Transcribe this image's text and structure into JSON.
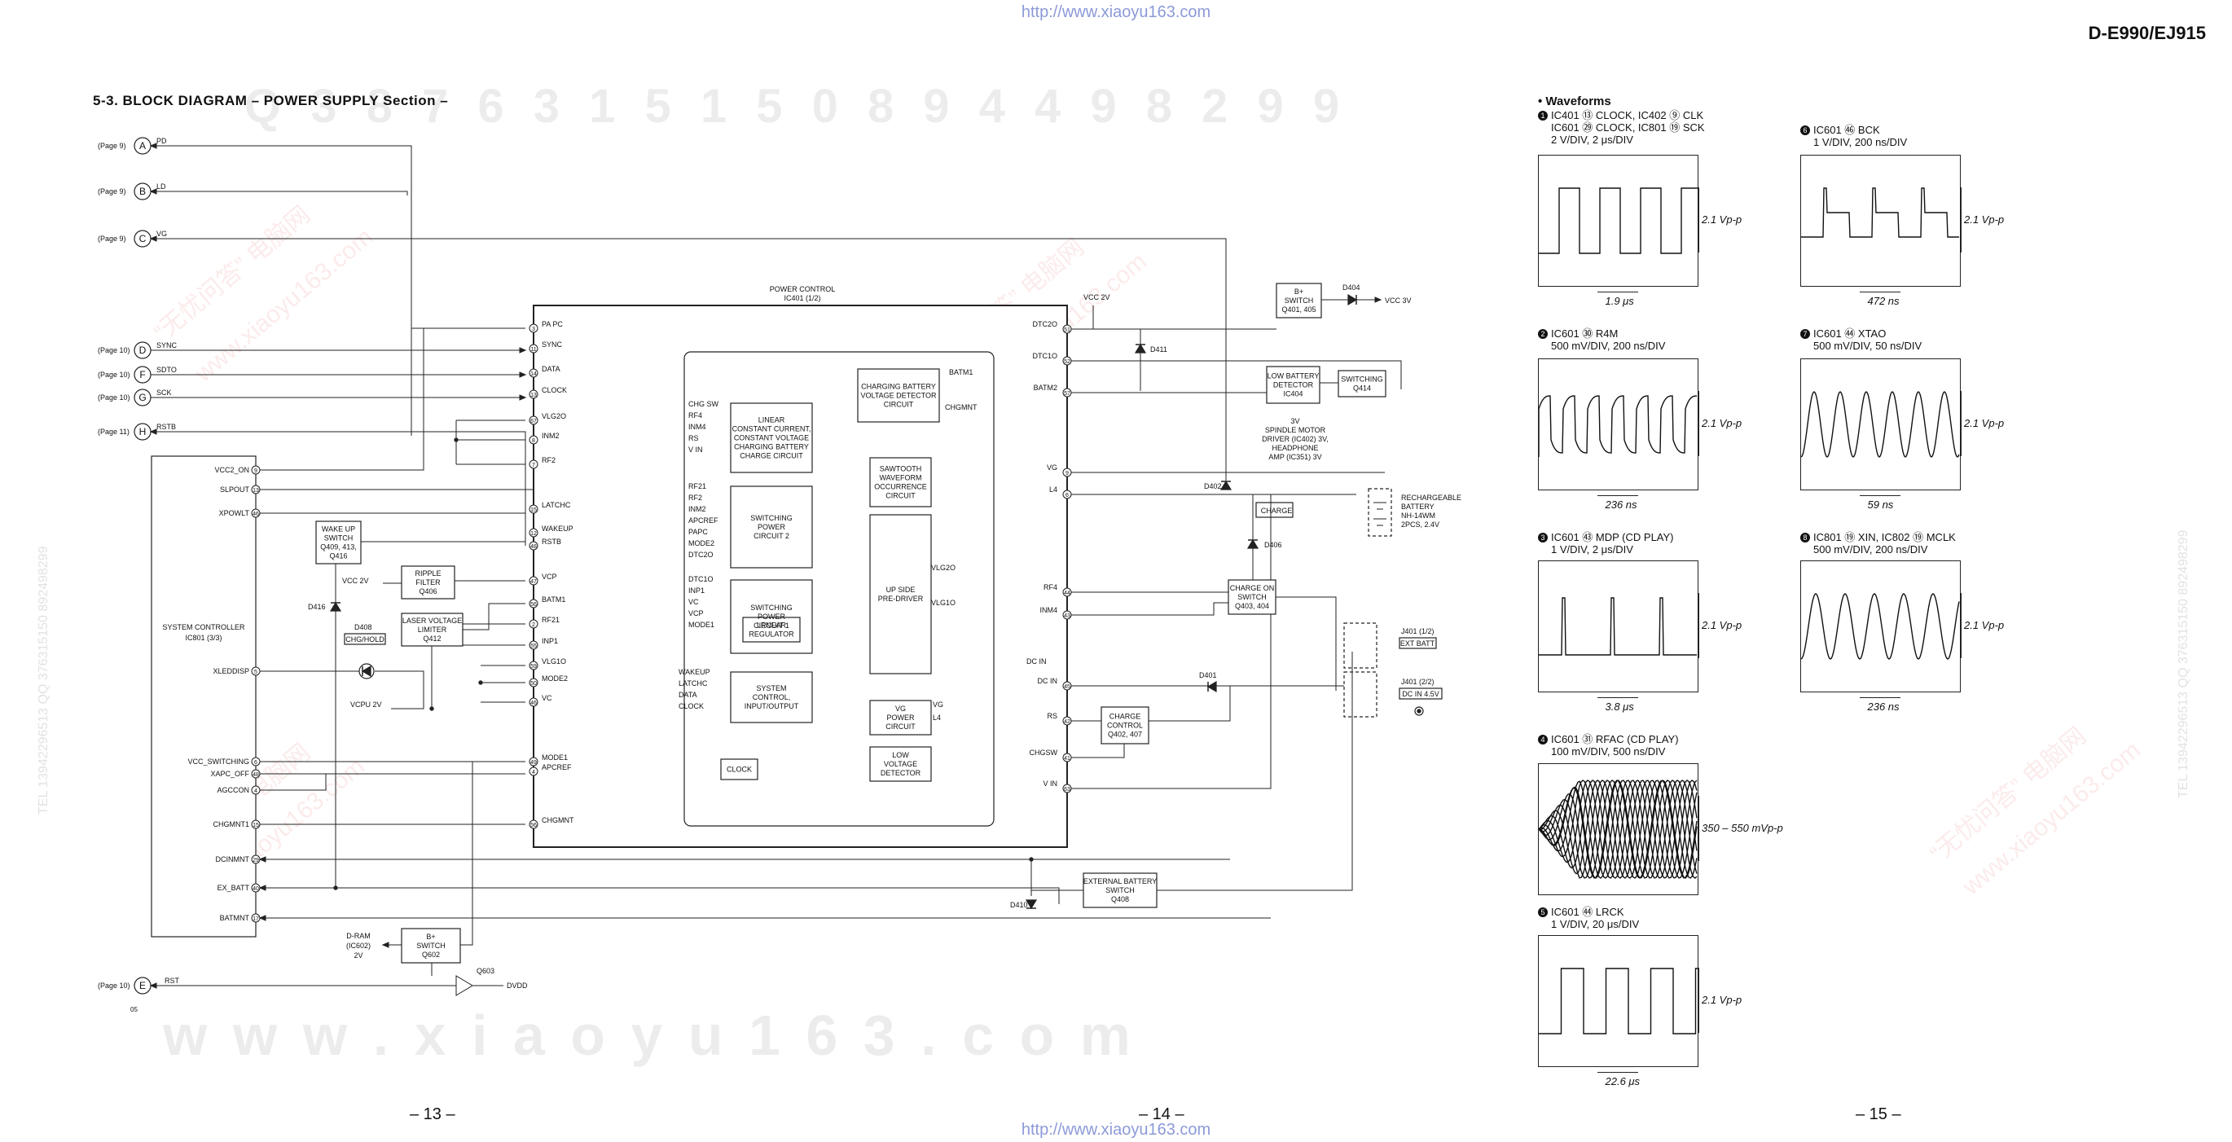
{
  "watermark": {
    "url": "http://www.xiaoyu163.com",
    "bottom_text": "w w w . x i a o y u 1 6 3 . c o m",
    "number_row": "Q 3 8 7 6 3 1 5 1 5 0 8 9 4 4 9 8 2 9 9",
    "diagonal": [
      "“无忧问答”  电脑网",
      "www.xiaoyu163.com"
    ],
    "side_left": "TEL 13942296513  QQ 376315150  892498299",
    "side_right": "TEL 13942296513  QQ 376315150  892498299"
  },
  "header": {
    "model": "D-E990/EJ915"
  },
  "section_title": "5-3.   BLOCK  DIAGRAM  – POWER SUPPLY Section –",
  "page_numbers": [
    "– 13 –",
    "– 14 –",
    "– 15 –"
  ],
  "connectors": [
    {
      "page": "(Page 9)",
      "letter": "A",
      "signal": "PD"
    },
    {
      "page": "(Page 9)",
      "letter": "B",
      "signal": "LD"
    },
    {
      "page": "(Page 9)",
      "letter": "C",
      "signal": "VG"
    },
    {
      "page": "(Page 10)",
      "letter": "D",
      "signal": "SYNC"
    },
    {
      "page": "(Page 10)",
      "letter": "F",
      "signal": "SDTO"
    },
    {
      "page": "(Page 10)",
      "letter": "G",
      "signal": "SCK"
    },
    {
      "page": "(Page 11)",
      "letter": "H",
      "signal": "RSTB"
    },
    {
      "page": "(Page 10)",
      "letter": "E",
      "signal": "RST"
    }
  ],
  "system_controller": {
    "label": [
      "SYSTEM CONTROLLER",
      "IC801 (3/3)"
    ],
    "pins": [
      {
        "name": "VCC2_ON",
        "num": "9"
      },
      {
        "name": "SLPOUT",
        "num": "13"
      },
      {
        "name": "XPOWLT",
        "num": "46"
      },
      {
        "name": "XLEDDISP",
        "num": "5"
      },
      {
        "name": "VCC_SWITCHING",
        "num": "6"
      },
      {
        "name": "XAPC_OFF",
        "num": "48"
      },
      {
        "name": "AGCCON",
        "num": "4"
      },
      {
        "name": "CHGMNT1",
        "num": "15"
      },
      {
        "name": "DCINMNT",
        "num": "29"
      },
      {
        "name": "EX_BATT",
        "num": "40"
      },
      {
        "name": "BATMNT",
        "num": "17"
      }
    ]
  },
  "power_control": {
    "label": [
      "POWER CONTROL",
      "IC401 (1/2)"
    ],
    "left_pins": [
      {
        "name": "PA PC",
        "num": "3"
      },
      {
        "name": "SYNC",
        "num": "11"
      },
      {
        "name": "DATA",
        "num": "14"
      },
      {
        "name": "CLOCK",
        "num": "13"
      },
      {
        "name": "VLG2O",
        "num": "67"
      },
      {
        "name": "INM2",
        "num": "8"
      },
      {
        "name": "RF2",
        "num": "7"
      },
      {
        "name": "LATCHC",
        "num": "15"
      },
      {
        "name": "WAKEUP",
        "num": "12"
      },
      {
        "name": "RSTB",
        "num": "48"
      },
      {
        "name": "VCP",
        "num": "47"
      },
      {
        "name": "BATM1",
        "num": "56"
      },
      {
        "name": "RF21",
        "num": "2"
      },
      {
        "name": "INP1",
        "num": "55"
      },
      {
        "name": "VLG1O",
        "num": "59"
      },
      {
        "name": "MODE2",
        "num": "50"
      },
      {
        "name": "VC",
        "num": "46"
      },
      {
        "name": "MODE1",
        "num": "49"
      },
      {
        "name": "APCREF",
        "num": "4"
      },
      {
        "name": "CHGMNT",
        "num": "56"
      }
    ],
    "right_pins": [
      {
        "name": "DTC2O",
        "num": "51"
      },
      {
        "name": "DTC1O",
        "num": "52"
      },
      {
        "name": "BATM2",
        "num": "57"
      },
      {
        "name": "VG",
        "num": "9"
      },
      {
        "name": "L4",
        "num": "6"
      },
      {
        "name": "RF4",
        "num": "44"
      },
      {
        "name": "INM4",
        "num": "43"
      },
      {
        "name": "DC IN",
        "num": "45"
      },
      {
        "name": "RS",
        "num": "42"
      },
      {
        "name": "CHGSW",
        "num": "41"
      },
      {
        "name": "V IN",
        "num": "63"
      }
    ],
    "blocks": {
      "linear_charge": [
        "LINEAR",
        "CONSTANT CURRENT,",
        "CONSTANT VOLTAGE",
        "CHARGING BATTERY",
        "CHARGE  CIRCUIT"
      ],
      "battery_detector": [
        "CHARGING BATTERY",
        "VOLTAGE DETECTOR",
        "CIRCUIT"
      ],
      "sawtooth": [
        "SAWTOOTH",
        "WAVEFORM",
        "OCCURRENCE",
        "CIRCUIT"
      ],
      "switching2": [
        "SWITCHING",
        "POWER",
        "CIRCUIT 2"
      ],
      "switching1": [
        "SWITCHING",
        "POWER",
        "CIRCUIT 1"
      ],
      "linear_regulator": [
        "LENEAR",
        "REGULATOR"
      ],
      "up_side": [
        "UP SIDE",
        "PRE-DRIVER"
      ],
      "system_control": [
        "SYSTEM",
        "CONTROL,",
        "INPUT/OUTPUT"
      ],
      "vg_power": [
        "VG",
        "POWER",
        "CIRCUIT"
      ],
      "low_voltage": [
        "LOW",
        "VOLTAGE",
        "DETECTOR"
      ],
      "clock": [
        "CLOCK"
      ]
    },
    "inner_signals": {
      "linear_in": [
        "CHG SW",
        "RF4",
        "INM4",
        "RS",
        "V IN"
      ],
      "sw2_in": [
        "RF21",
        "RF2",
        "INM2",
        "APCREF",
        "PAPC",
        "MODE2",
        "DTC2O"
      ],
      "sw1_in": [
        "DTC1O",
        "INP1",
        "VC",
        "VCP",
        "MODE1"
      ],
      "sys_in": [
        "WAKEUP",
        "LATCHC",
        "DATA",
        "CLOCK"
      ],
      "misc": [
        "BATM1",
        "CHGMNT",
        "VLG2O",
        "VLG1O",
        "VG",
        "L4"
      ]
    }
  },
  "external_parts": {
    "wake_up": [
      "WAKE UP",
      "SWITCH",
      "Q409, 413,",
      "Q416"
    ],
    "ripple": [
      "RIPPLE",
      "FILTER",
      "Q406"
    ],
    "laser": [
      "LASER VOLTAGE",
      "LIMITER",
      "Q412"
    ],
    "d408": [
      "D408",
      "CHG/HOLD"
    ],
    "d416": "D416",
    "vcc2v": "VCC 2V",
    "vcpu": "VCPU 2V",
    "bplus1": [
      "B+",
      "SWITCH",
      "Q401, 405"
    ],
    "d404": "D404",
    "vcc3v": "VCC 3V",
    "vcc2v_top": "VCC 2V",
    "d411": "D411",
    "low_batt": [
      "LOW BATTERY",
      "DETECTOR",
      "IC404"
    ],
    "switching_q414": [
      "SWITCHING",
      "Q414"
    ],
    "spindle": [
      "3V",
      "SPINDLE MOTOR",
      "DRIVER (IC402) 3V,",
      "HEADPHONE",
      "AMP (IC351) 3V"
    ],
    "d402": "D402",
    "charge": "CHARGE",
    "d406": "D406",
    "rech_batt": [
      "RECHARGEABLE",
      "BATTERY",
      "NH-14WM",
      "2PCS, 2.4V"
    ],
    "charge_on": [
      "CHARGE ON",
      "SWITCH",
      "Q403, 404"
    ],
    "j401_1": [
      "J401 (1/2)",
      "EXT BATT"
    ],
    "j401_2": [
      "J401 (2/2)",
      "DC IN 4.5V"
    ],
    "d401": "D401",
    "charge_control": [
      "CHARGE",
      "CONTROL",
      "Q402, 407"
    ],
    "ext_batt_sw": [
      "EXTERNAL BATTERY",
      "SWITCH",
      "Q408"
    ],
    "d410": "D410",
    "dram": [
      "D-RAM",
      "(IC602)",
      "2V"
    ],
    "bplus2": [
      "B+",
      "SWITCH",
      "Q602"
    ],
    "q603": "Q603",
    "dvdd": "DVDD",
    "footnote": "05"
  },
  "waveforms": {
    "heading": "•  Waveforms",
    "items": [
      {
        "num": "1",
        "title": [
          "IC401 ⑬ CLOCK, IC402 ⑨ CLK",
          "IC601 ㉙ CLOCK, IC801 ⑲ SCK",
          "2 V/DIV, 2 μs/DIV"
        ],
        "amp": "2.1 Vp-p",
        "time": "1.9 μs",
        "shape": "square"
      },
      {
        "num": "2",
        "title": [
          "IC601 ㉚ R4M",
          "500 mV/DIV, 200 ns/DIV"
        ],
        "amp": "2.1 Vp-p",
        "time": "236 ns",
        "shape": "rounded"
      },
      {
        "num": "3",
        "title": [
          "IC601 ㊸ MDP (CD PLAY)",
          "1 V/DIV, 2 μs/DIV"
        ],
        "amp": "2.1 Vp-p",
        "time": "3.8 μs",
        "shape": "pulse"
      },
      {
        "num": "4",
        "title": [
          "IC601 ㉛ RFAC (CD PLAY)",
          "100 mV/DIV, 500 ns/DIV"
        ],
        "amp": "350 – 550 mVp-p",
        "time": "",
        "shape": "eye"
      },
      {
        "num": "5",
        "title": [
          "IC601 ㊹ LRCK",
          "1 V/DIV, 20 μs/DIV"
        ],
        "amp": "2.1 Vp-p",
        "time": "22.6 μs",
        "shape": "square_wide"
      },
      {
        "num": "6",
        "title": [
          "IC601 ㊻ BCK",
          "1 V/DIV, 200 ns/DIV"
        ],
        "amp": "2.1 Vp-p",
        "time": "472 ns",
        "shape": "bck"
      },
      {
        "num": "7",
        "title": [
          "IC601 ㊹ XTAO",
          "500 mV/DIV, 50 ns/DIV"
        ],
        "amp": "2.1 Vp-p",
        "time": "59 ns",
        "shape": "sine"
      },
      {
        "num": "8",
        "title": [
          "IC801 ⑲ XIN, IC802 ⑲ MCLK",
          "500 mV/DIV, 200 ns/DIV"
        ],
        "amp": "2.1 Vp-p",
        "time": "236 ns",
        "shape": "sine_slow"
      }
    ]
  }
}
